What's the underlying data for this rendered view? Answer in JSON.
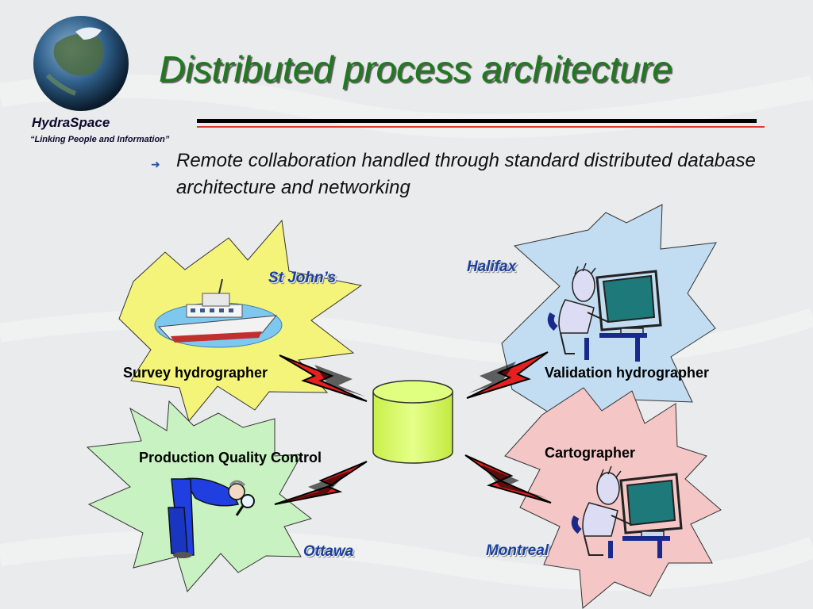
{
  "slide": {
    "title": "Distributed process architecture",
    "brand": "HydraSpace",
    "tagline": "“Linking People and Information”",
    "bullet": "Remote collaboration handled through standard distributed database architecture and networking"
  },
  "diagram": {
    "nodes": [
      {
        "place": "St John’s",
        "role": "Survey hydrographer",
        "color": "#f4f47a",
        "icon": "ship-icon"
      },
      {
        "place": "Halifax",
        "role": "Validation hydrographer",
        "color": "#c2ddf2",
        "icon": "person-at-computer-icon"
      },
      {
        "place": "Ottawa",
        "role": "Production Quality Control",
        "color": "#c9f2c2",
        "icon": "inspector-with-magnifier-icon"
      },
      {
        "place": "Montreal",
        "role": "Cartographer",
        "color": "#f4c6c6",
        "icon": "person-at-computer-icon"
      }
    ],
    "center_color": "#d8ff66",
    "arrow_color": "#e62020"
  }
}
